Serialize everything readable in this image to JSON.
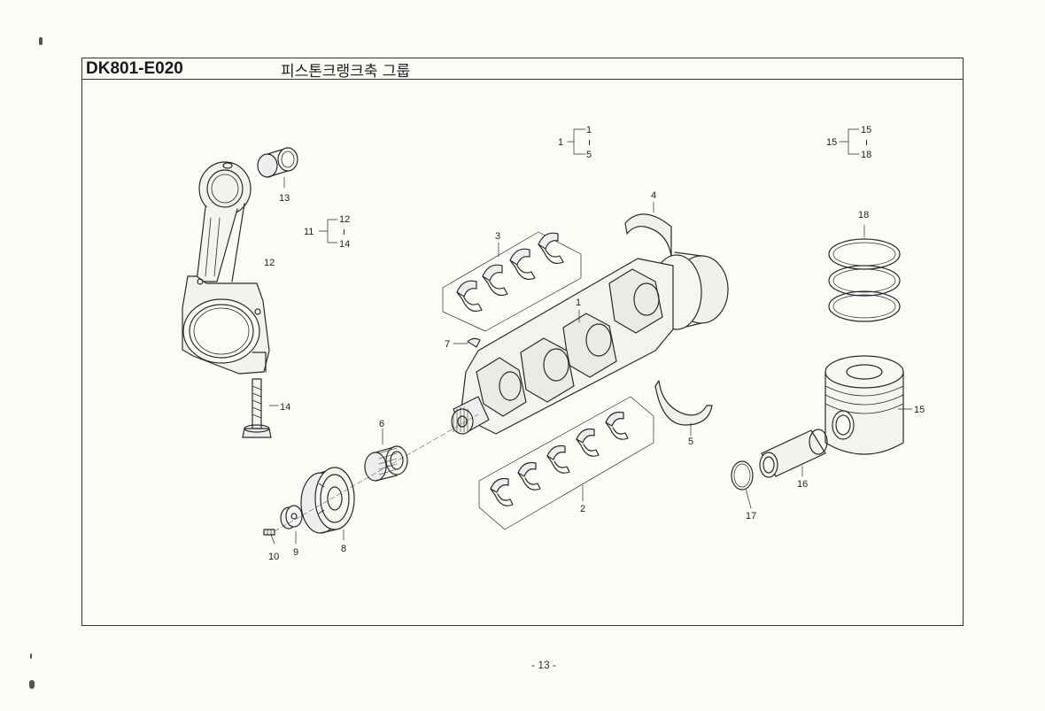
{
  "header": {
    "code": "DK801-E020",
    "title": "피스톤크랭크축 그룹"
  },
  "page_number": "- 13 -",
  "callouts": {
    "c1": "1",
    "c2": "2",
    "c3": "3",
    "c4": "4",
    "c5": "5",
    "c6": "6",
    "c7": "7",
    "c8": "8",
    "c9": "9",
    "c10": "10",
    "c11": "11",
    "c12": "12",
    "c13": "13",
    "c14": "14",
    "c15": "15",
    "c16": "16",
    "c17": "17",
    "c18": "18"
  },
  "ranges": {
    "r1": {
      "group": "1",
      "from": "1",
      "sep": "ı",
      "to": "5"
    },
    "r11": {
      "group": "11",
      "from": "12",
      "sep": "ı",
      "to": "14"
    },
    "r15": {
      "group": "15",
      "from": "15",
      "sep": "ı",
      "to": "18"
    }
  }
}
